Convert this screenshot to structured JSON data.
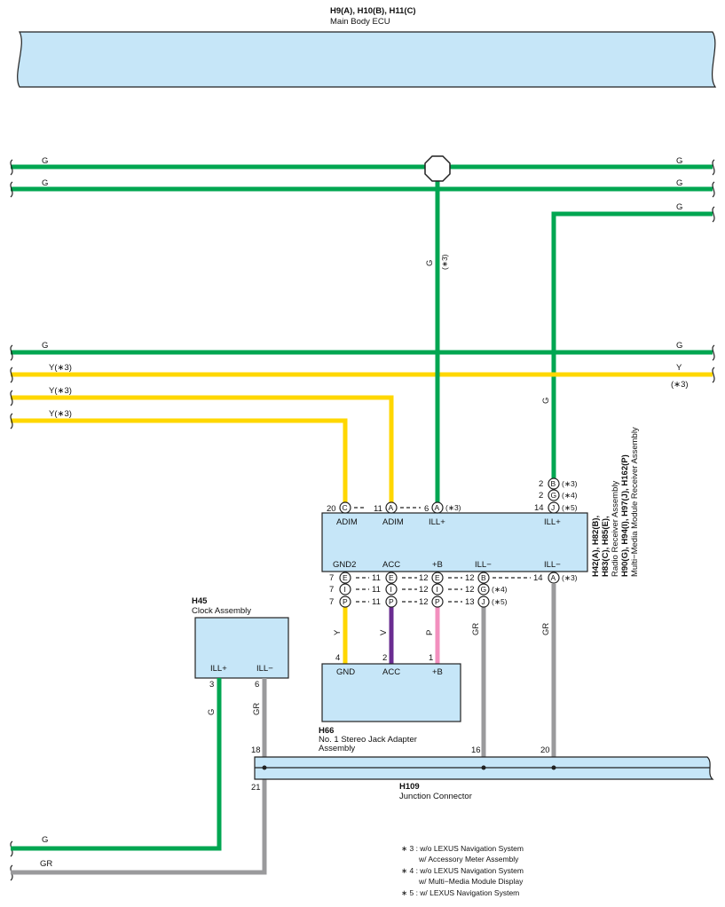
{
  "colors": {
    "connector_fill": "#c6e6f8",
    "green": "#00a651",
    "yellow": "#ffd700",
    "gray": "#9a9a9c",
    "violet": "#6a2c91",
    "pink": "#f28fbe"
  },
  "ecu": {
    "title": "H9(A), H10(B), H11(C)",
    "name": "Main Body ECU"
  },
  "left_wires": {
    "w1": "G",
    "w2": "G",
    "w3": "G",
    "w4": "Y(∗3)",
    "w5": "Y(∗3)",
    "w6": "Y(∗3)",
    "w7": "G",
    "w8": "GR"
  },
  "right_wires": {
    "w1": "G",
    "w2": "G",
    "w3": "G",
    "w4": "G",
    "w5": "Y",
    "w5_note": "(∗3)"
  },
  "vertical_wires": {
    "center_g": "G",
    "center_g_note": "(∗3)",
    "right_g": "G",
    "y_gnd": "Y",
    "v_acc": "V",
    "p_b": "P",
    "gr_ill": "GR",
    "gr_right": "GR",
    "g_clock": "G",
    "gr_clock": "GR"
  },
  "radio": {
    "title": "H42(A), H82(B),",
    "title2": "H83(C), H85(E),",
    "name": "Radio Receiver Assembly",
    "title3": "H90(G), H94(I), H97(J), H162(P)",
    "name2": "Multi−Media Module Receiver Assembly",
    "top_labels": [
      "ADIM",
      "ADIM",
      "ILL+",
      "ILL+"
    ],
    "bottom_labels": [
      "GND2",
      "ACC",
      "+B",
      "ILL−",
      "ILL−"
    ],
    "top_pins": {
      "p1n": "20",
      "p1c": "C",
      "p2n": "11",
      "p2c": "A",
      "p3n": "6",
      "p3c": "A",
      "p3note": "(∗3)",
      "r1n": "2",
      "r1c": "B",
      "r1note": "(∗3)",
      "r2n": "2",
      "r2c": "G",
      "r2note": "(∗4)",
      "r3n": "14",
      "r3c": "J",
      "r3note": "(∗5)"
    },
    "bottom_pins": {
      "a1n": "7",
      "a1c": "E",
      "a2n": "7",
      "a2c": "I",
      "a3n": "7",
      "a3c": "P",
      "b1n": "11",
      "b1c": "E",
      "b2n": "11",
      "b2c": "I",
      "b3n": "11",
      "b3c": "P",
      "c1n": "12",
      "c1c": "E",
      "c2n": "12",
      "c2c": "I",
      "c3n": "12",
      "c3c": "P",
      "d1n": "12",
      "d1c": "B",
      "d2n": "12",
      "d2c": "G",
      "d2note": "(∗4)",
      "d3n": "13",
      "d3c": "J",
      "d3note": "(∗5)",
      "e1n": "14",
      "e1c": "A",
      "e1note": "(∗3)"
    }
  },
  "clock": {
    "title": "H45",
    "name": "Clock Assembly",
    "ill_plus": "ILL+",
    "ill_minus": "ILL−",
    "pin_plus": "3",
    "pin_minus": "6"
  },
  "jack": {
    "title": "H66",
    "name1": "No. 1 Stereo Jack Adapter",
    "name2": "Assembly",
    "gnd": "GND",
    "acc": "ACC",
    "b": "+B",
    "pin_gnd": "4",
    "pin_acc": "2",
    "pin_b": "1"
  },
  "junction": {
    "title": "H109",
    "name": "Junction Connector",
    "pin18": "18",
    "pin21": "21",
    "pin16": "16",
    "pin20": "20"
  },
  "notes": [
    "∗ 3 : w/o LEXUS Navigation System",
    "w/ Accessory Meter Assembly",
    "∗ 4 : w/o LEXUS Navigation System",
    "w/ Multi−Media Module Display",
    "∗ 5 : w/ LEXUS Navigation System"
  ]
}
